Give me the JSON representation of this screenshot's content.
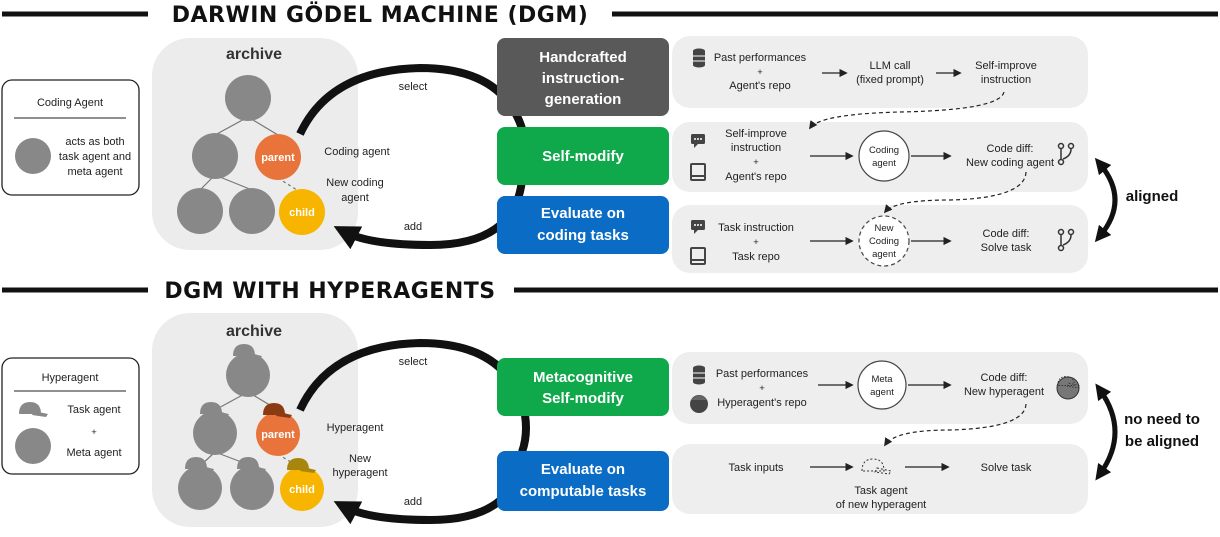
{
  "sections": {
    "top_title": "DARWIN GÖDEL MACHINE (DGM)",
    "bottom_title": "DGM WITH HYPERAGENTS"
  },
  "top": {
    "legend": {
      "title": "Coding Agent",
      "lines": [
        "acts as both",
        "task agent and",
        "meta agent"
      ]
    },
    "archive_label": "archive",
    "parent_label": "parent",
    "child_label": "child",
    "select_label": "select",
    "add_label": "add",
    "coding_agent_label": "Coding agent",
    "new_coding_agent_lines": [
      "New coding",
      "agent"
    ],
    "step1_lines": [
      "Handcrafted",
      "instruction-",
      "generation"
    ],
    "step2_label": "Self-modify",
    "step3_lines": [
      "Evaluate on",
      "coding tasks"
    ],
    "row1": {
      "in_lines": [
        "Past performances",
        "+",
        "Agent's repo"
      ],
      "mid_lines": [
        "LLM call",
        "(fixed prompt)"
      ],
      "out_lines": [
        "Self-improve",
        "instruction"
      ]
    },
    "row2": {
      "in_lines": [
        "Self-improve",
        "instruction",
        "+",
        "Agent's repo"
      ],
      "node_lines": [
        "Coding",
        "agent"
      ],
      "out_lines": [
        "Code diff:",
        "New coding agent"
      ]
    },
    "row3": {
      "in_lines": [
        "Task instruction",
        "+",
        "Task repo"
      ],
      "node_lines": [
        "New",
        "Coding",
        "agent"
      ],
      "out_lines": [
        "Code diff:",
        "Solve task"
      ]
    },
    "side_label": "aligned"
  },
  "bottom": {
    "legend": {
      "title": "Hyperagent",
      "task_label": "Task agent",
      "plus": "+",
      "meta_label": "Meta agent"
    },
    "archive_label": "archive",
    "parent_label": "parent",
    "child_label": "child",
    "select_label": "select",
    "add_label": "add",
    "hyperagent_label": "Hyperagent",
    "new_hyperagent_lines": [
      "New",
      "hyperagent"
    ],
    "step1_lines": [
      "Metacognitive",
      "Self-modify"
    ],
    "step2_lines": [
      "Evaluate on",
      "computable tasks"
    ],
    "row1": {
      "in_lines": [
        "Past performances",
        "+",
        "Hyperagent's repo"
      ],
      "node_lines": [
        "Meta",
        "agent"
      ],
      "out_lines": [
        "Code diff:",
        "New hyperagent"
      ]
    },
    "row2": {
      "in_label": "Task inputs",
      "node_lines": [
        "Task agent",
        "of new hyperagent"
      ],
      "out_label": "Solve task"
    },
    "side_lines": [
      "no need to",
      "be aligned"
    ]
  },
  "colors": {
    "dark_gray": "#595959",
    "green": "#0fa94c",
    "blue": "#0a6cc4",
    "orange": "#e8743b",
    "yellow": "#f7b500",
    "node_gray": "#888888",
    "panel": "#eeeeee",
    "brown": "#8a3b12",
    "olive": "#a8860d"
  },
  "icons": [
    "database-icon",
    "chat-icon",
    "book-icon",
    "git-branch-icon",
    "cap-icon",
    "head-icon",
    "double-arrow-icon"
  ]
}
